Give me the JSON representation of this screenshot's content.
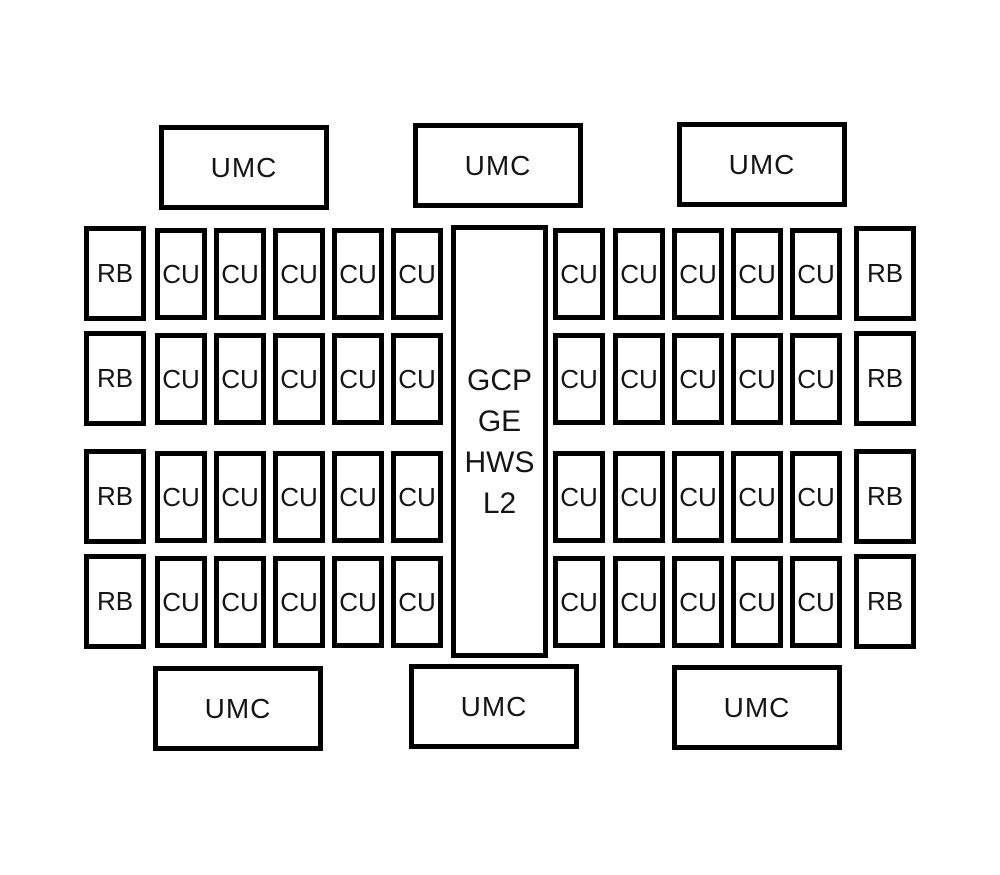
{
  "colors": {
    "border": "#000000",
    "text": "#151515",
    "background": "#ffffff"
  },
  "umc_top": [
    {
      "label": "UMC"
    },
    {
      "label": "UMC"
    },
    {
      "label": "UMC"
    }
  ],
  "umc_bottom": [
    {
      "label": "UMC"
    },
    {
      "label": "UMC"
    },
    {
      "label": "UMC"
    }
  ],
  "center_block": {
    "lines": [
      "GCP",
      "GE",
      "HWS",
      "L2"
    ]
  },
  "rows": [
    {
      "left_rb": "RB",
      "left_cus": [
        "CU",
        "CU",
        "CU",
        "CU",
        "CU"
      ],
      "right_cus": [
        "CU",
        "CU",
        "CU",
        "CU",
        "CU"
      ],
      "right_rb": "RB"
    },
    {
      "left_rb": "RB",
      "left_cus": [
        "CU",
        "CU",
        "CU",
        "CU",
        "CU"
      ],
      "right_cus": [
        "CU",
        "CU",
        "CU",
        "CU",
        "CU"
      ],
      "right_rb": "RB"
    },
    {
      "left_rb": "RB",
      "left_cus": [
        "CU",
        "CU",
        "CU",
        "CU",
        "CU"
      ],
      "right_cus": [
        "CU",
        "CU",
        "CU",
        "CU",
        "CU"
      ],
      "right_rb": "RB"
    },
    {
      "left_rb": "RB",
      "left_cus": [
        "CU",
        "CU",
        "CU",
        "CU",
        "CU"
      ],
      "right_cus": [
        "CU",
        "CU",
        "CU",
        "CU",
        "CU"
      ],
      "right_rb": "RB"
    }
  ]
}
